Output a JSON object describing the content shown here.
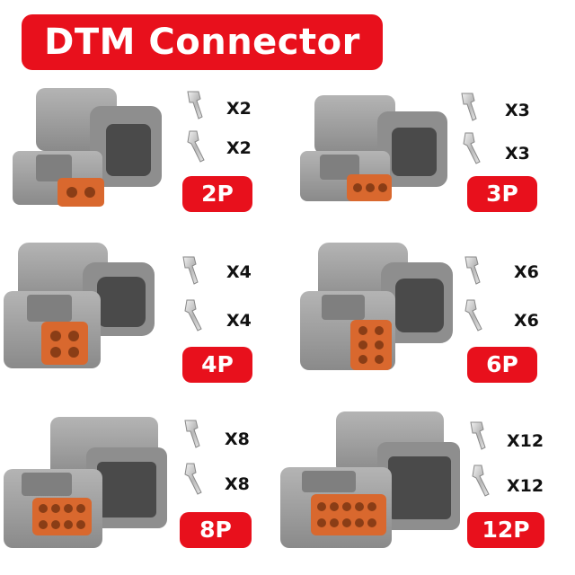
{
  "title": "DTM Connector",
  "colors": {
    "accent": "#e8101c",
    "housing": "#9a9a9a",
    "insert": "#d9682e"
  },
  "items": [
    {
      "label": "2P",
      "qty_top": "X2",
      "qty_bottom": "X2",
      "pins": 2
    },
    {
      "label": "3P",
      "qty_top": "X3",
      "qty_bottom": "X3",
      "pins": 3
    },
    {
      "label": "4P",
      "qty_top": "X4",
      "qty_bottom": "X4",
      "pins": 4
    },
    {
      "label": "6P",
      "qty_top": "X6",
      "qty_bottom": "X6",
      "pins": 6
    },
    {
      "label": "8P",
      "qty_top": "X8",
      "qty_bottom": "X8",
      "pins": 8
    },
    {
      "label": "12P",
      "qty_top": "X12",
      "qty_bottom": "X12",
      "pins": 12
    }
  ]
}
